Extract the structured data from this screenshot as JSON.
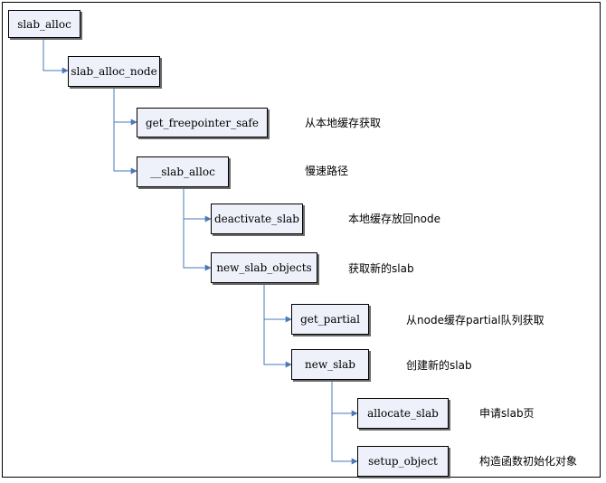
{
  "nodes": [
    {
      "label": "slab_alloc"
    },
    {
      "label": "slab_alloc_node"
    },
    {
      "label": "get_freepointer_safe"
    },
    {
      "label": "__slab_alloc"
    },
    {
      "label": "deactivate_slab"
    },
    {
      "label": "new_slab_objects"
    },
    {
      "label": "get_partial"
    },
    {
      "label": "new_slab"
    },
    {
      "label": "allocate_slab"
    },
    {
      "label": "setup_object"
    }
  ],
  "notes": [
    {
      "text": "从本地缓存获取"
    },
    {
      "text": "慢速路径"
    },
    {
      "text": "本地缓存放回node"
    },
    {
      "text": "获取新的slab"
    },
    {
      "text": "从node缓存partial队列获取"
    },
    {
      "text": "创建新的slab"
    },
    {
      "text": "申请slab页"
    },
    {
      "text": "构造函数初始化对象"
    }
  ],
  "colors": {
    "node_fill": "#eef0fa",
    "connector": "#4a78b8",
    "border": "#000000"
  }
}
